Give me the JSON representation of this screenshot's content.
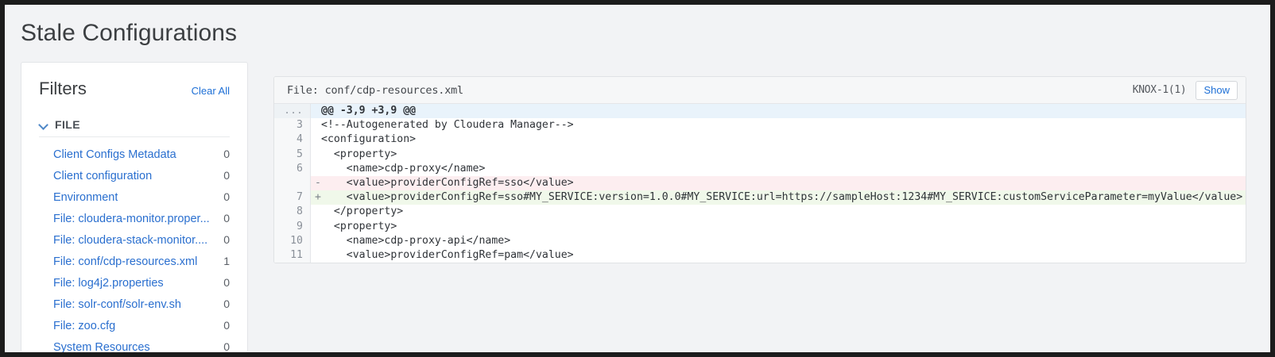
{
  "page": {
    "title": "Stale Configurations"
  },
  "filters": {
    "title": "Filters",
    "clear_all_label": "Clear All",
    "groups": [
      {
        "label": "FILE",
        "expanded": true,
        "chevron_icon": "chevron-down-icon",
        "items": [
          {
            "label": "Client Configs Metadata",
            "count": "0"
          },
          {
            "label": "Client configuration",
            "count": "0"
          },
          {
            "label": "Environment",
            "count": "0"
          },
          {
            "label": "File: cloudera-monitor.proper...",
            "count": "0"
          },
          {
            "label": "File: cloudera-stack-monitor....",
            "count": "0"
          },
          {
            "label": "File: conf/cdp-resources.xml",
            "count": "1"
          },
          {
            "label": "File: log4j2.properties",
            "count": "0"
          },
          {
            "label": "File: solr-conf/solr-env.sh",
            "count": "0"
          },
          {
            "label": "File: zoo.cfg",
            "count": "0"
          },
          {
            "label": "System Resources",
            "count": "0"
          }
        ]
      }
    ]
  },
  "diff": {
    "file_label": "File: conf/cdp-resources.xml",
    "role_tag": "KNOX-1(1)",
    "show_label": "Show",
    "lines": [
      {
        "type": "hunk",
        "gutter": "...",
        "sign": "",
        "code": "@@ -3,9 +3,9 @@"
      },
      {
        "type": "ctx",
        "gutter": "3",
        "sign": "",
        "code": "<!--Autogenerated by Cloudera Manager-->"
      },
      {
        "type": "ctx",
        "gutter": "4",
        "sign": "",
        "code": "<configuration>"
      },
      {
        "type": "ctx",
        "gutter": "5",
        "sign": "",
        "code": "  <property>"
      },
      {
        "type": "ctx",
        "gutter": "6",
        "sign": "",
        "code": "    <name>cdp-proxy</name>"
      },
      {
        "type": "del",
        "gutter": "",
        "sign": "-",
        "code": "    <value>providerConfigRef=sso</value>"
      },
      {
        "type": "add",
        "gutter": "7",
        "sign": "+",
        "code": "    <value>providerConfigRef=sso#MY_SERVICE:version=1.0.0#MY_SERVICE:url=https://sampleHost:1234#MY_SERVICE:customServiceParameter=myValue</value>"
      },
      {
        "type": "ctx",
        "gutter": "8",
        "sign": "",
        "code": "  </property>"
      },
      {
        "type": "ctx",
        "gutter": "9",
        "sign": "",
        "code": "  <property>"
      },
      {
        "type": "ctx",
        "gutter": "10",
        "sign": "",
        "code": "    <name>cdp-proxy-api</name>"
      },
      {
        "type": "ctx",
        "gutter": "11",
        "sign": "",
        "code": "    <value>providerConfigRef=pam</value>"
      }
    ]
  },
  "colors": {
    "link": "#2a6fcf",
    "page_bg": "#f2f3f5",
    "diff_add_bg": "#f0f8ea",
    "diff_del_bg": "#fdeef0",
    "diff_hunk_bg": "#e9f3fb"
  }
}
